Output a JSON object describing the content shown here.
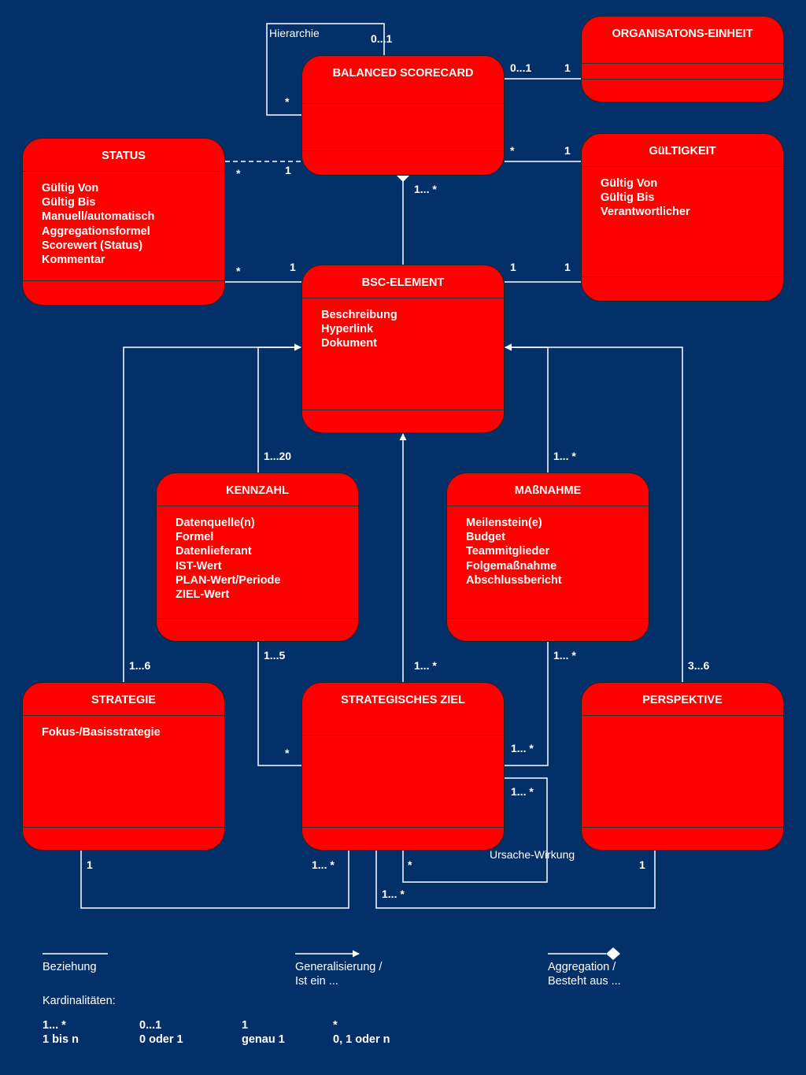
{
  "boxes": {
    "balanced_scorecard": {
      "title": "BALANCED SCORECARD",
      "attrs": []
    },
    "organisation": {
      "title": "ORGANISATONS-EINHEIT",
      "attrs": []
    },
    "status": {
      "title": "STATUS",
      "attrs": [
        "Gültig Von",
        "Gültig Bis",
        "Manuell/automatisch",
        "Aggregationsformel",
        "Scorewert (Status)",
        "Kommentar"
      ]
    },
    "gueltigkeit": {
      "title": "GüLTIGKEIT",
      "attrs": [
        "Gültig Von",
        "Gültig Bis",
        "Verantwortlicher"
      ]
    },
    "bsc_element": {
      "title": "BSC-ELEMENT",
      "attrs": [
        "Beschreibung",
        "Hyperlink",
        "Dokument"
      ]
    },
    "kennzahl": {
      "title": "KENNZAHL",
      "attrs": [
        "Datenquelle(n)",
        "Formel",
        "Datenlieferant",
        "IST-Wert",
        "PLAN-Wert/Periode",
        "ZIEL-Wert"
      ]
    },
    "massnahme": {
      "title": "MAßNAHME",
      "attrs": [
        "Meilenstein(e)",
        "Budget",
        "Teammitglieder",
        "Folgemaßnahme",
        "Abschlussbericht"
      ]
    },
    "strategie": {
      "title": "STRATEGIE",
      "attrs": [
        "Fokus-/Basisstrategie"
      ]
    },
    "strategisches_ziel": {
      "title": "STRATEGISCHES ZIEL",
      "attrs": []
    },
    "perspektive": {
      "title": "PERSPEKTIVE",
      "attrs": []
    }
  },
  "relation_labels": {
    "hierarchie": "Hierarchie",
    "ursache_wirkung": "Ursache-Wirkung"
  },
  "multiplicities": {
    "hier_top": "0...1",
    "hier_bottom": "*",
    "org_bsc": "0...1",
    "org_org": "1",
    "gue_bsc": "*",
    "gue_gue": "1",
    "status_status": "*",
    "status_bsc": "1",
    "agg_bsc": "1... *",
    "elem_status_status": "*",
    "elem_status_elem": "1",
    "elem_gue_elem": "1",
    "elem_gue_gue": "1",
    "kennzahl_gen": "1...20",
    "massnahme_gen": "1... *",
    "strategie_gen": "1...6",
    "ziel_gen": "1... *",
    "perspektive_gen": "3...6",
    "kennzahl_ziel_k": "1...5",
    "kennzahl_ziel_z": "*",
    "massnahme_ziel_m": "1... *",
    "massnahme_ziel_z": "1... *",
    "ursache_top": "1... *",
    "ursache_bottom": "*",
    "strategie_ziel_s": "1",
    "strategie_ziel_z": "1... *",
    "perspektive_ziel_p": "1",
    "perspektive_ziel_z": "1... *"
  },
  "legend": {
    "beziehung": "Beziehung",
    "generalisierung": [
      "Generalisierung /",
      "Ist ein ..."
    ],
    "aggregation": [
      "Aggregation /",
      "Besteht aus ..."
    ],
    "kardinalitaeten": "Kardinalitäten:",
    "card": [
      {
        "sym": "1... *",
        "desc": "1 bis n"
      },
      {
        "sym": "0...1",
        "desc": "0 oder 1"
      },
      {
        "sym": "1",
        "desc": "genau 1"
      },
      {
        "sym": "*",
        "desc": "0, 1 oder n"
      }
    ]
  },
  "colors": {
    "background": "#04306a",
    "box": "#ff0000",
    "line": "#ffffff"
  }
}
